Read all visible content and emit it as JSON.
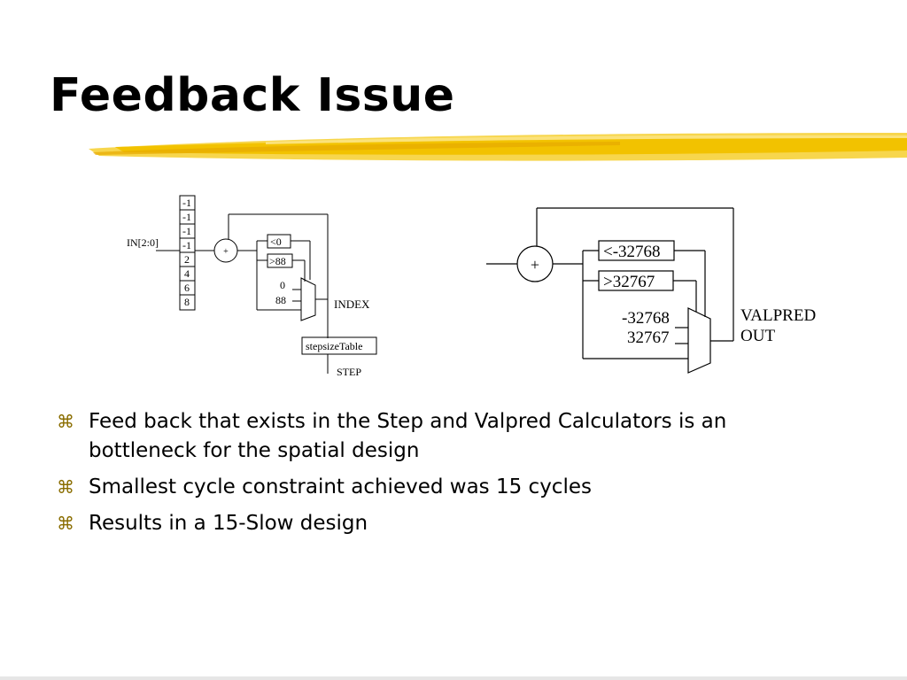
{
  "slide": {
    "title": "Feedback Issue",
    "bullet_mark": "⌘",
    "bullets": [
      "Feed back that exists in the Step and Valpred Calculators is an",
      "bottleneck for the spatial design",
      "Smallest cycle constraint achieved was 15 cycles",
      "Results in a 15-Slow design"
    ]
  },
  "left_diagram": {
    "input_label": "IN[2:0]",
    "table_values": [
      "-1",
      "-1",
      "-1",
      "-1",
      "2",
      "4",
      "6",
      "8"
    ],
    "adder_symbol": "+",
    "compare_low": "<0",
    "compare_high": ">88",
    "mux_const_low": "0",
    "mux_const_high": "88",
    "index_label": "INDEX",
    "table_name": "stepsizeTable",
    "step_label": "STEP"
  },
  "right_diagram": {
    "adder_symbol": "+",
    "compare_low": "<-32768",
    "compare_high": ">32767",
    "mux_const_low": "-32768",
    "mux_const_high": "32767",
    "output_label_1": "VALPRED",
    "output_label_2": "OUT"
  },
  "colors": {
    "accent_brush": "#f2c200",
    "text": "#000000",
    "bullet": "#8a6d00"
  }
}
